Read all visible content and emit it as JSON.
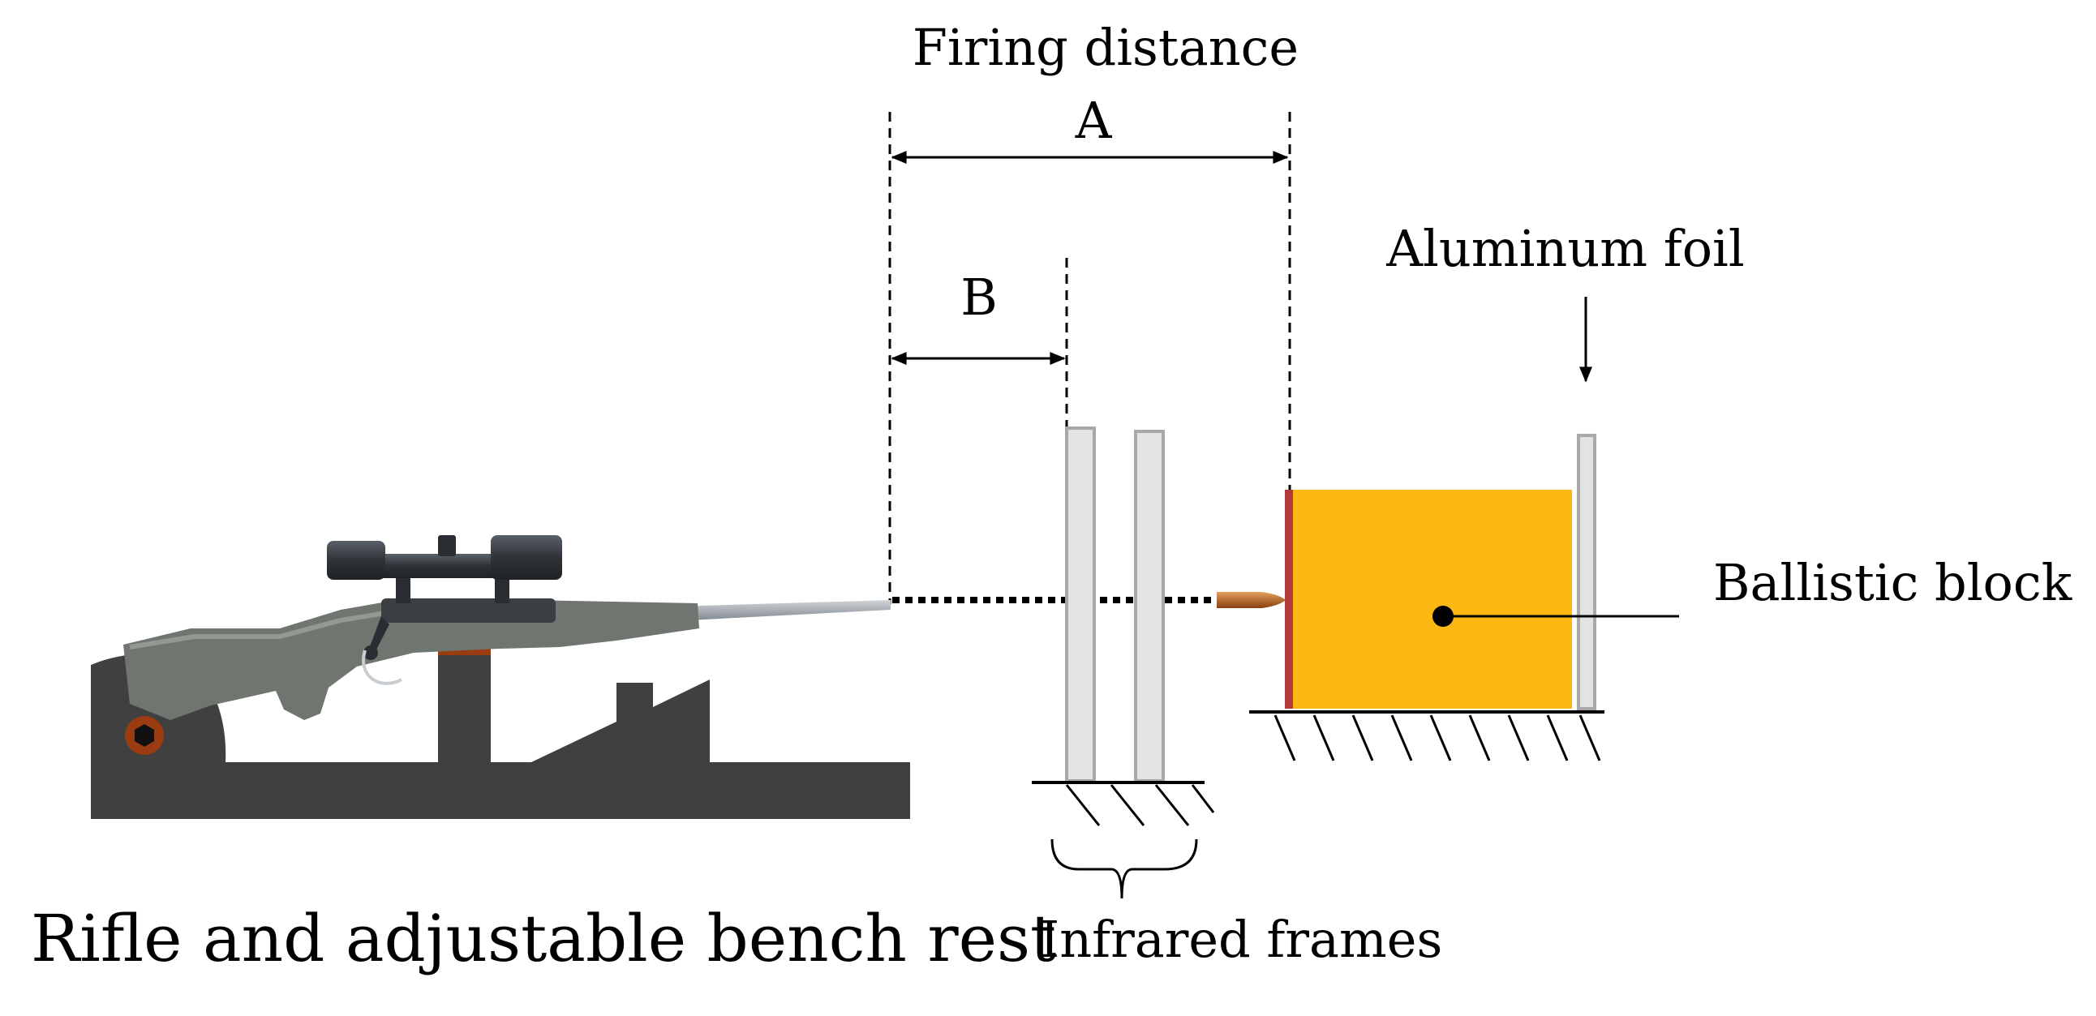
{
  "labels": {
    "firing_distance": "Firing distance",
    "dim_a": "A",
    "dim_b": "B",
    "aluminum_foil": "Aluminum foil",
    "ballistic_block": "Ballistic block",
    "rifle_rest": "Rifle and adjustable bench rest",
    "infrared_frames": "Infrared frames"
  },
  "colors": {
    "bench_rest": "#404040",
    "rest_pads": "#9a3b12",
    "ballistic_block": "#fdb813",
    "block_front_face": "#b23a3a",
    "infrared_frame": "#e3e3e3",
    "frame_outline": "#a8a8a8",
    "bullet": "#b5651d",
    "rifle_stock": "#6f756f",
    "rifle_metal": "#3b3f44"
  },
  "icons": {
    "rifle": "rifle-icon",
    "bullet": "bullet-icon"
  }
}
